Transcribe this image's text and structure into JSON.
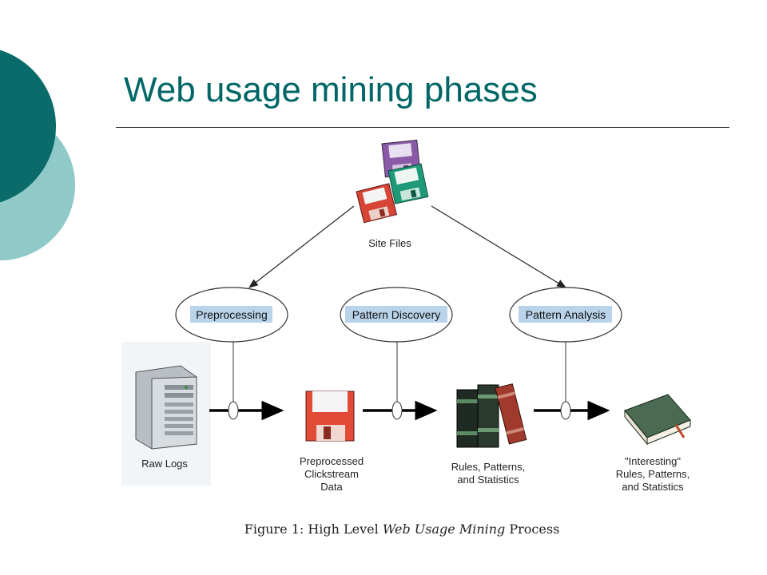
{
  "slide": {
    "title": "Web usage mining phases"
  },
  "diagram": {
    "site_files": "Site Files",
    "phases": [
      "Preprocessing",
      "Pattern Discovery",
      "Pattern Analysis"
    ],
    "stages": {
      "raw_logs": [
        "Raw Logs"
      ],
      "preprocessed": [
        "Preprocessed",
        "Clickstream",
        "Data"
      ],
      "rules": [
        "Rules, Patterns,",
        "and Statistics"
      ],
      "interesting": [
        "\"Interesting\"",
        "Rules, Patterns,",
        "and Statistics"
      ]
    },
    "caption": {
      "prefix": "Figure 1:  High Level ",
      "italic": "Web Usage Mining",
      "suffix": " Process"
    }
  },
  "colors": {
    "teal_dark": "#0b6b6b",
    "teal_light": "#8fcac8",
    "title": "#006666",
    "phase_highlight": "#b9d3ea"
  }
}
